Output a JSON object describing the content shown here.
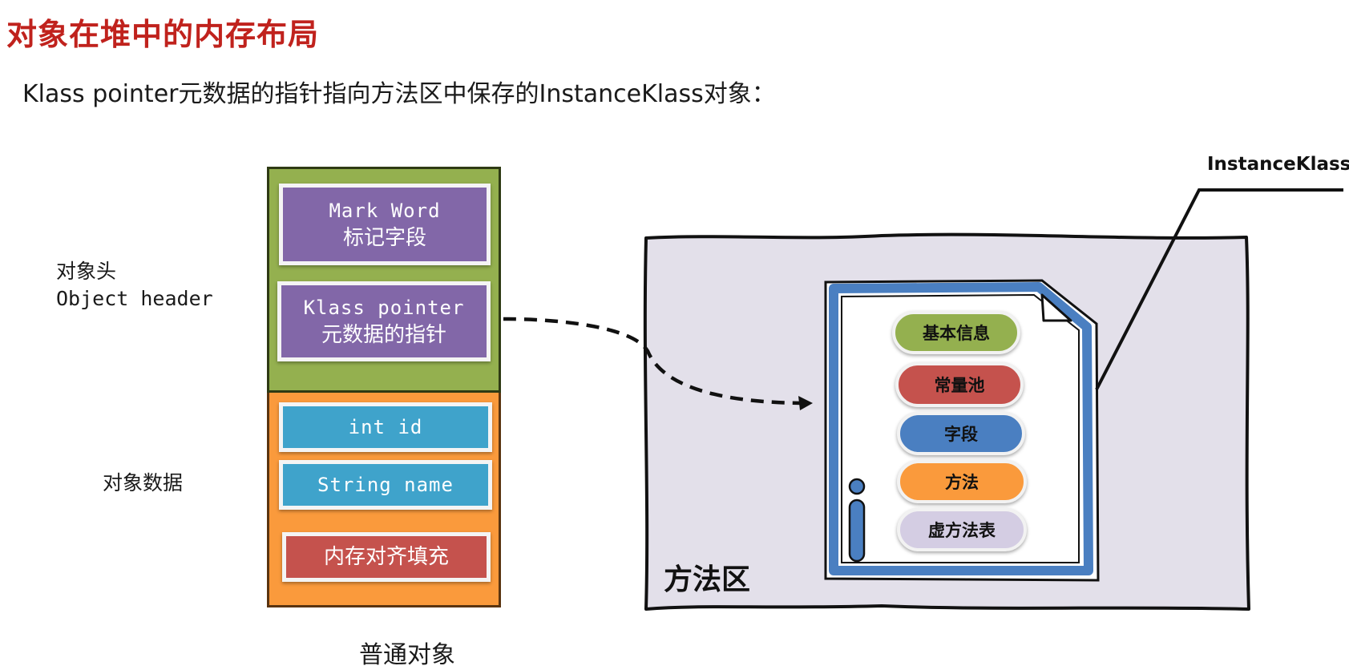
{
  "page": {
    "title": "对象在堆中的内存布局",
    "subtitle": "Klass pointer元数据的指针指向方法区中保存的InstanceKlass对象："
  },
  "object": {
    "header_label_zh": "对象头",
    "header_label_en": "Object header",
    "data_label": "对象数据",
    "caption": "普通对象",
    "fields": {
      "mark_word_en": "Mark Word",
      "mark_word_zh": "标记字段",
      "klass_pointer_en": "Klass pointer",
      "klass_pointer_zh": "元数据的指针",
      "int_id": "int id",
      "string_name": "String name",
      "padding": "内存对齐填充"
    }
  },
  "method_area": {
    "label": "方法区",
    "instance_klass_label": "InstanceKlass",
    "items": [
      "基本信息",
      "常量池",
      "字段",
      "方法",
      "虚方法表"
    ]
  },
  "colors": {
    "title_red": "#c0221d",
    "header_green": "#94b04f",
    "data_orange": "#fa9a3c",
    "field_purple": "#8267a8",
    "field_blue": "#3fa3cb",
    "padding_red": "#c5524d",
    "doc_blue": "#4a7fc1",
    "method_area_bg": "#e3e0ea",
    "pill_green": "#94b04f",
    "pill_red": "#c5524d",
    "pill_blue": "#4a7fc1",
    "pill_orange": "#fa9a3c",
    "pill_lavender": "#d4cde3"
  }
}
